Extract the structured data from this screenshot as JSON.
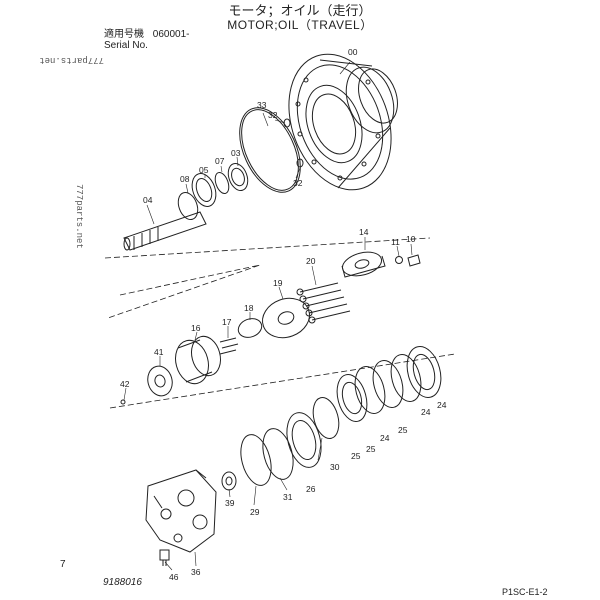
{
  "header": {
    "title_jp": "モータ；オイル（走行）",
    "title_en": "MOTOR;OIL（TRAVEL）",
    "serial_label_jp": "適用号機",
    "serial_range": "060001-",
    "serial_label_en": "Serial No."
  },
  "watermark": "777parts.net",
  "footer": {
    "figure_code": "9188016",
    "page_code": "P1SC-E1-2",
    "margin_mark": "7"
  },
  "part_labels": [
    {
      "id": "00",
      "text": "00"
    },
    {
      "id": "33",
      "text": "33"
    },
    {
      "id": "32a",
      "text": "32"
    },
    {
      "id": "32b",
      "text": "32"
    },
    {
      "id": "03",
      "text": "03"
    },
    {
      "id": "07",
      "text": "07"
    },
    {
      "id": "05",
      "text": "05"
    },
    {
      "id": "08",
      "text": "08"
    },
    {
      "id": "04",
      "text": "04"
    },
    {
      "id": "14",
      "text": "14"
    },
    {
      "id": "11",
      "text": "11"
    },
    {
      "id": "10",
      "text": "10"
    },
    {
      "id": "20",
      "text": "20"
    },
    {
      "id": "19",
      "text": "19"
    },
    {
      "id": "18",
      "text": "18"
    },
    {
      "id": "17",
      "text": "17"
    },
    {
      "id": "16",
      "text": "16"
    },
    {
      "id": "41",
      "text": "41"
    },
    {
      "id": "42",
      "text": "42"
    },
    {
      "id": "24a",
      "text": "24"
    },
    {
      "id": "24b",
      "text": "24"
    },
    {
      "id": "25a",
      "text": "25"
    },
    {
      "id": "25b",
      "text": "25"
    },
    {
      "id": "24c",
      "text": "24"
    },
    {
      "id": "25c",
      "text": "25"
    },
    {
      "id": "30",
      "text": "30"
    },
    {
      "id": "26",
      "text": "26"
    },
    {
      "id": "31",
      "text": "31"
    },
    {
      "id": "29",
      "text": "29"
    },
    {
      "id": "39",
      "text": "39"
    },
    {
      "id": "46",
      "text": "46"
    },
    {
      "id": "36",
      "text": "36"
    }
  ]
}
